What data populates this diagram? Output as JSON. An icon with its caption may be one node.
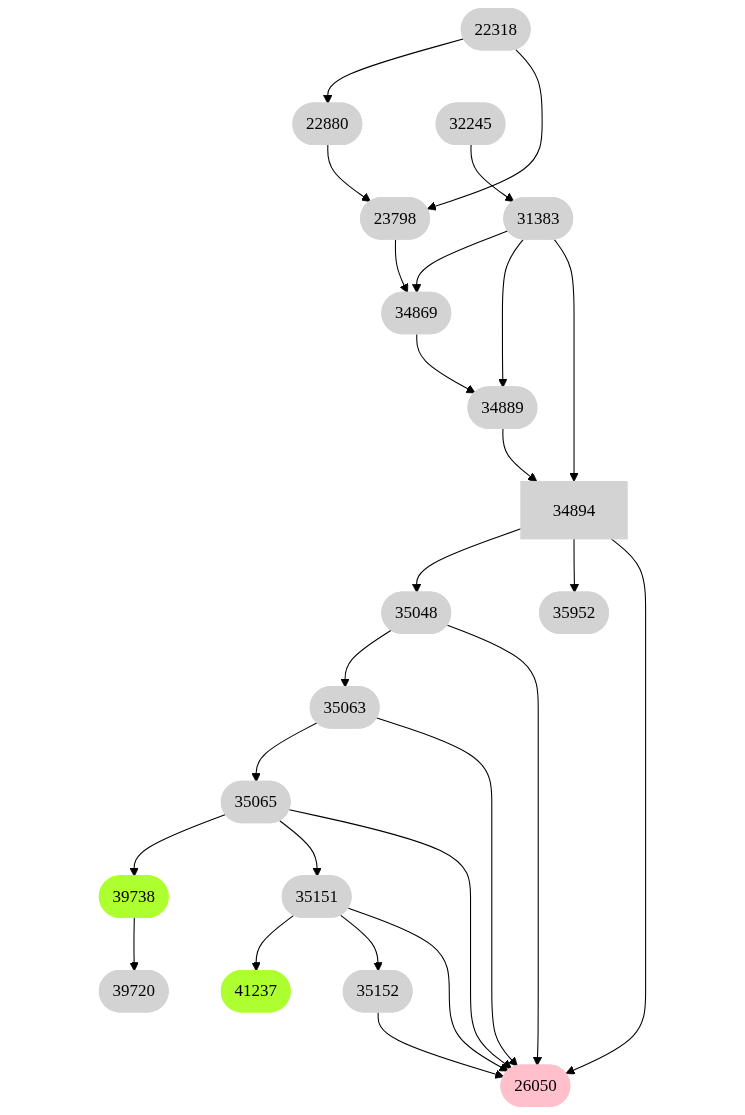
{
  "diagram": {
    "nodes": [
      {
        "text": [
          "22318"
        ]
      },
      {
        "text": [
          "22880"
        ]
      },
      {
        "text": [
          "32245"
        ]
      },
      {
        "text": [
          "23798"
        ]
      },
      {
        "text": [
          "31383"
        ]
      },
      {
        "text": [
          "34869"
        ]
      },
      {
        "text": [
          "34889"
        ]
      },
      {
        "text": [
          "34894"
        ]
      },
      {
        "text": [
          "35048"
        ]
      },
      {
        "text": [
          "35952"
        ]
      },
      {
        "text": [
          "35063"
        ]
      },
      {
        "text": [
          "35065"
        ]
      },
      {
        "text": [
          "39738"
        ]
      },
      {
        "text": [
          "35151"
        ]
      },
      {
        "text": [
          "39720"
        ]
      },
      {
        "text": [
          "41237"
        ]
      },
      {
        "text": [
          "35152"
        ]
      },
      {
        "text": [
          "26050"
        ]
      }
    ],
    "edges": [
      {
        "from": 0,
        "to": 1,
        "arrow": "to"
      },
      {
        "from": 0,
        "to": 3,
        "arrow": "to"
      },
      {
        "from": 1,
        "to": 3,
        "arrow": "to"
      },
      {
        "from": 2,
        "to": 4,
        "arrow": "to"
      },
      {
        "from": 3,
        "to": 5,
        "arrow": "to"
      },
      {
        "from": 4,
        "to": 5,
        "arrow": "to"
      },
      {
        "from": 4,
        "to": 6,
        "arrow": "to"
      },
      {
        "from": 4,
        "to": 7,
        "arrow": "to"
      },
      {
        "from": 5,
        "to": 6,
        "arrow": "to"
      },
      {
        "from": 6,
        "to": 7,
        "arrow": "to"
      },
      {
        "from": 7,
        "to": 8,
        "arrow": "to"
      },
      {
        "from": 7,
        "to": 9,
        "arrow": "to"
      },
      {
        "from": 7,
        "to": 17,
        "arrow": "to"
      },
      {
        "from": 8,
        "to": 10,
        "arrow": "to"
      },
      {
        "from": 8,
        "to": 17,
        "arrow": "to"
      },
      {
        "from": 10,
        "to": 11,
        "arrow": "to"
      },
      {
        "from": 10,
        "to": 17,
        "arrow": "to"
      },
      {
        "from": 11,
        "to": 12,
        "arrow": "to"
      },
      {
        "from": 11,
        "to": 13,
        "arrow": "to"
      },
      {
        "from": 11,
        "to": 17,
        "arrow": "to"
      },
      {
        "from": 12,
        "to": 14,
        "arrow": "to"
      },
      {
        "from": 13,
        "to": 15,
        "arrow": "to"
      },
      {
        "from": 13,
        "to": 16,
        "arrow": "to"
      },
      {
        "from": 13,
        "to": 17,
        "arrow": "to"
      },
      {
        "from": 16,
        "to": 17,
        "arrow": "to"
      }
    ]
  }
}
